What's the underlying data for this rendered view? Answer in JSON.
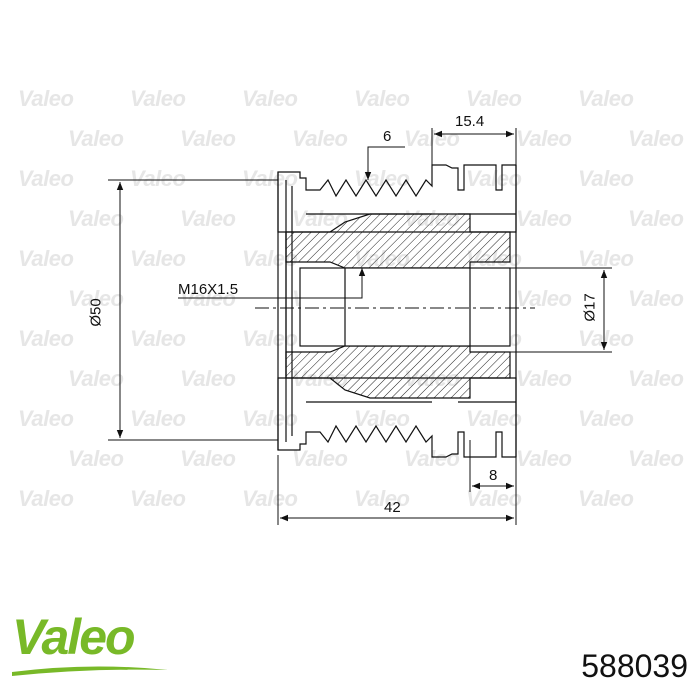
{
  "watermark_text": "Valeo",
  "dimensions": {
    "groove_width": "6",
    "clutch_width": "15.4",
    "thread": "M16X1.5",
    "outer_diameter": "Ø50",
    "bore_diameter": "Ø17",
    "flange_width": "8",
    "total_length": "42"
  },
  "brand": {
    "logo_text": "Valeo",
    "color": "#78b928"
  },
  "part_number": "588039"
}
